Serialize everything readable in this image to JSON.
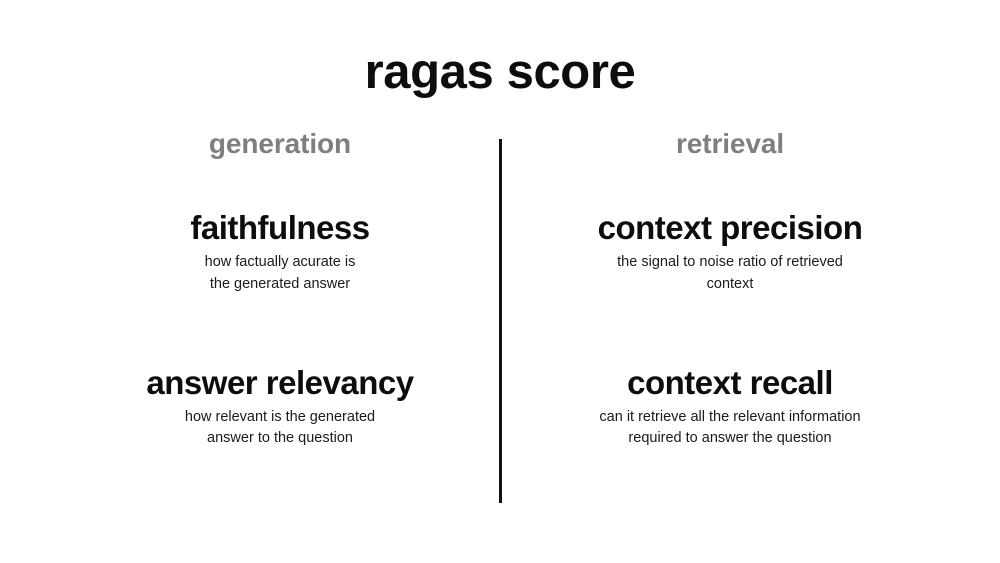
{
  "slide": {
    "title": "ragas score",
    "background_color": "#ffffff",
    "divider_color": "#111111",
    "header_color": "#7f7f7f",
    "text_color": "#0d0d0d",
    "columns": [
      {
        "id": "generation",
        "header": "generation",
        "metrics": [
          {
            "name": "faithfulness",
            "desc_line1": "how factually acurate is",
            "desc_line2": "the generated answer"
          },
          {
            "name": "answer relevancy",
            "desc_line1": "how relevant is the generated",
            "desc_line2": "answer to the question"
          }
        ]
      },
      {
        "id": "retrieval",
        "header": "retrieval",
        "metrics": [
          {
            "name": "context precision",
            "desc_line1": "the signal to noise ratio of retrieved",
            "desc_line2": "context"
          },
          {
            "name": "context recall",
            "desc_line1": "can it retrieve all the relevant information",
            "desc_line2": "required to answer the question"
          }
        ]
      }
    ]
  }
}
